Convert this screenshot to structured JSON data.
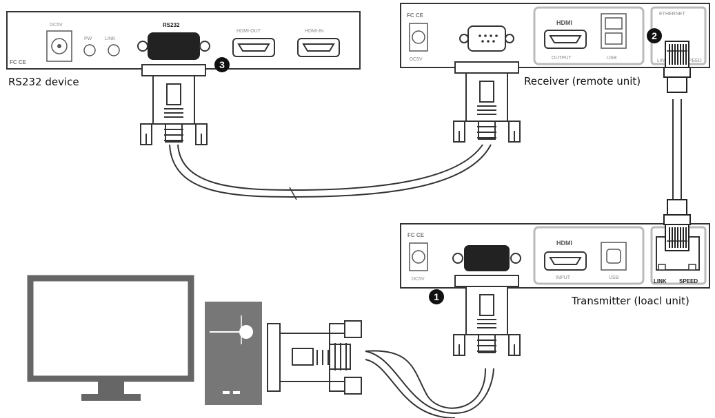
{
  "labels": {
    "rs232_device": "RS232 device",
    "receiver": "Receiver (remote unit)",
    "transmitter": "Transmitter (loacl unit)"
  },
  "callouts": [
    "1",
    "2",
    "3"
  ],
  "panels": {
    "rs232_device": {
      "dc": "DC5V",
      "pw": "PW",
      "link": "LINK",
      "rs232": "RS232",
      "hdmi_out": "HDMI-OUT",
      "hdmi_in": "HDMI-IN",
      "cert": "FC CE"
    },
    "receiver": {
      "cert": "FC CE",
      "dc": "DC5V",
      "hdmi_logo": "HDMI",
      "output": "OUTPUT",
      "usb": "USB",
      "ethernet": "ETHERNET",
      "link": "LINK",
      "speed": "SPEED"
    },
    "transmitter": {
      "cert": "FC CE",
      "dc": "DC5V",
      "hdmi_logo": "HDMI",
      "input": "INPUT",
      "usb": "USB",
      "link": "LINK",
      "speed": "SPEED"
    }
  }
}
